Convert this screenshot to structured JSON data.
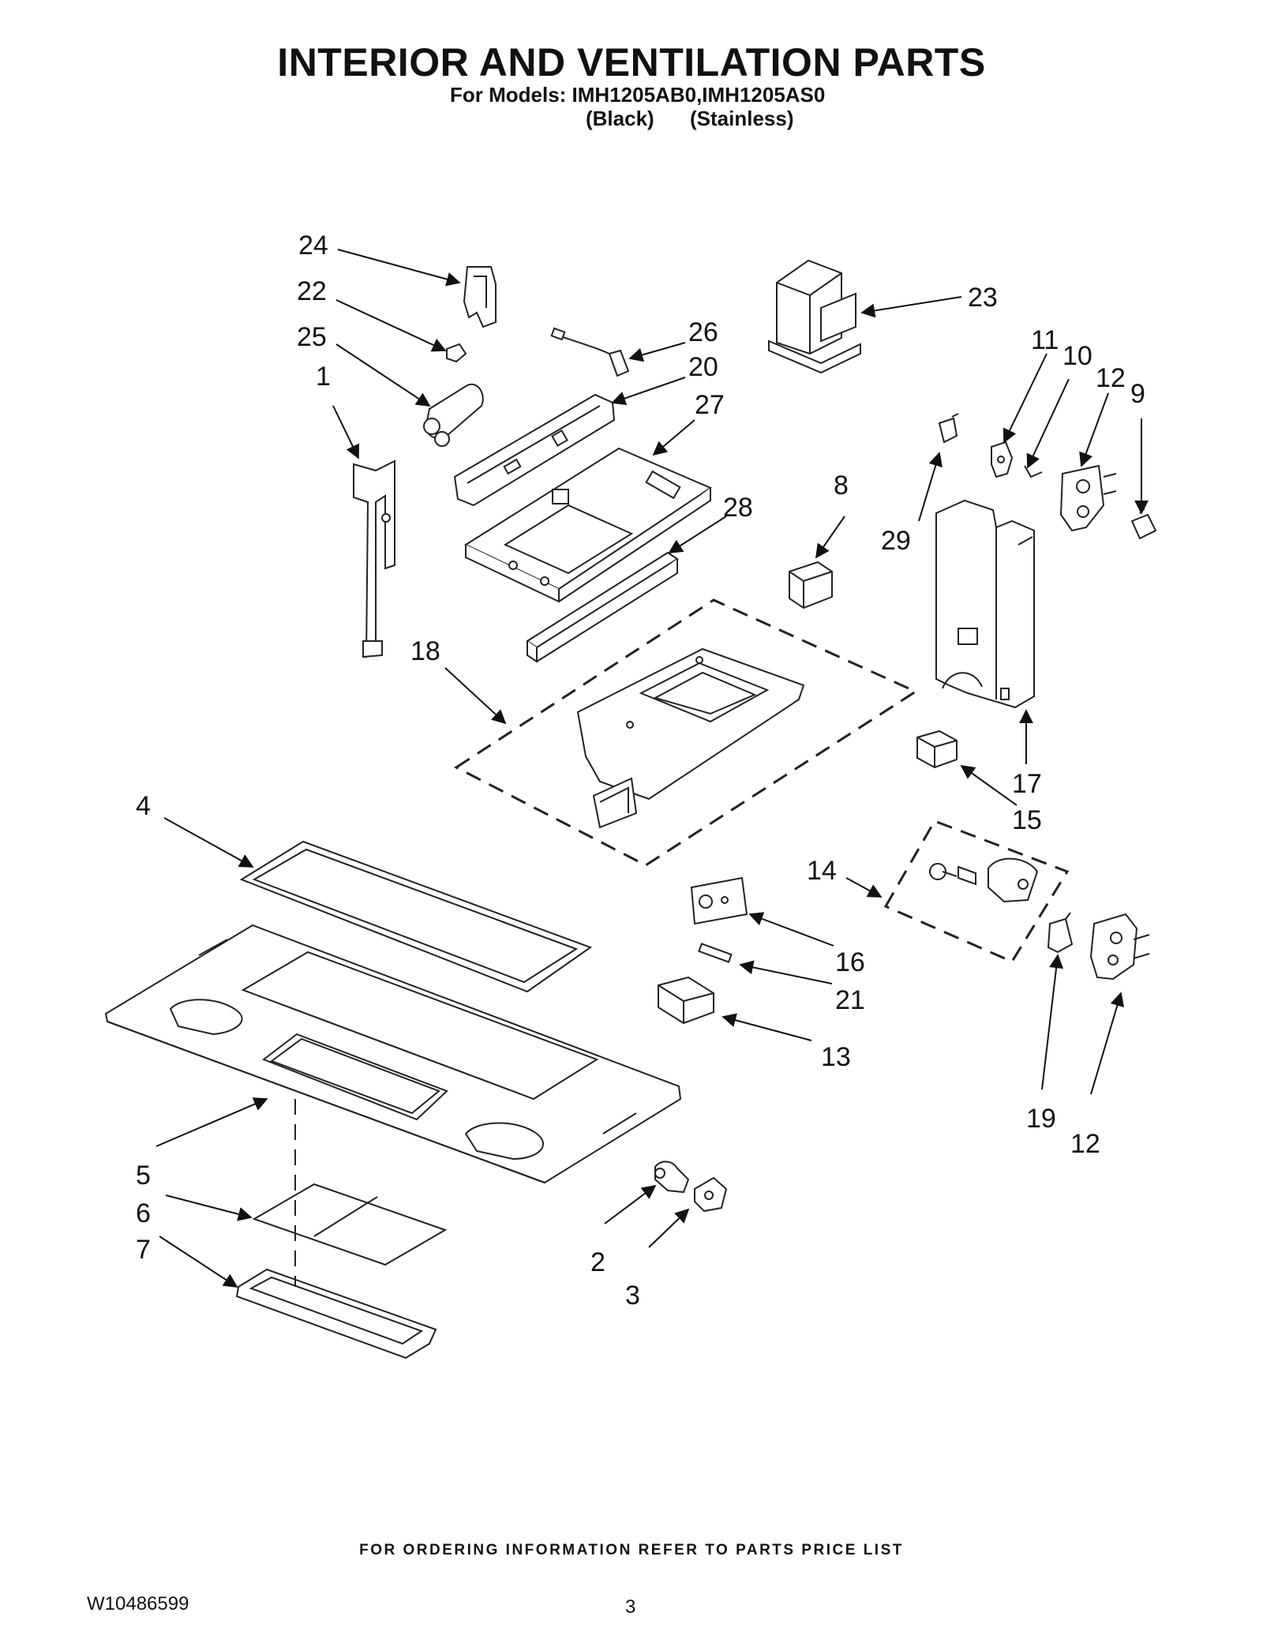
{
  "header": {
    "title": "INTERIOR AND VENTILATION PARTS",
    "models_line": "For Models: IMH1205AB0,IMH1205AS0",
    "variant_black": "(Black)",
    "variant_stainless": "(Stainless)"
  },
  "callouts": [
    "24",
    "22",
    "25",
    "1",
    "26",
    "20",
    "27",
    "23",
    "11",
    "10",
    "12",
    "9",
    "8",
    "29",
    "28",
    "18",
    "17",
    "15",
    "4",
    "14",
    "16",
    "21",
    "13",
    "19",
    "12",
    "5",
    "6",
    "7",
    "2",
    "3"
  ],
  "footer": {
    "ordering_note": "FOR ORDERING INFORMATION REFER TO PARTS PRICE LIST",
    "doc_number": "W10486599",
    "page_number": "3"
  }
}
